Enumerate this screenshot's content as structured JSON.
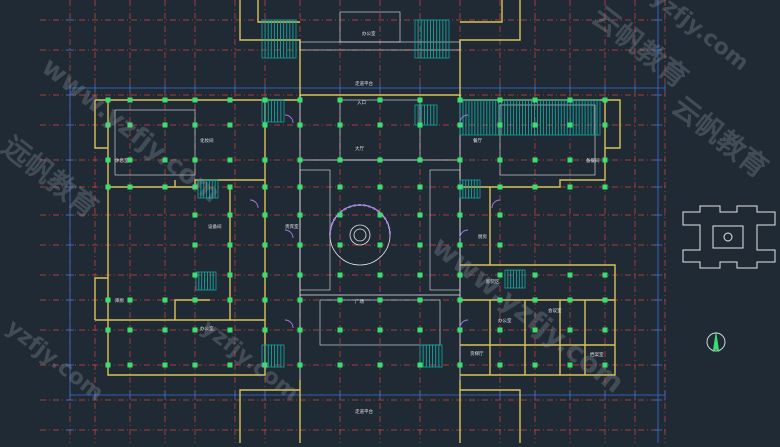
{
  "colors": {
    "background": "#1f2a35",
    "grid_red": "#d2473a",
    "wall_yellow": "#d8c25a",
    "column_green": "#39e070",
    "stair_teal": "#13a6a0",
    "dimension_blue": "#3f6fd6",
    "door_purple": "#a77be6",
    "white_line": "#e6e6e6",
    "label_white": "#e0e0e0"
  },
  "watermarks": [
    "www.yzfjy.com",
    "远帆教育",
    "yzfjy.com",
    "云帆教育"
  ],
  "room_labels": {
    "top_corridor": "走道平台",
    "top_entrance": "入口",
    "top_right_room": "办公室",
    "left_upper_room": "化妆间",
    "left_upper_small": "休息室",
    "left_mid_room": "设备间",
    "left_mid_room2": "贵宾室",
    "left_lower_room": "办公室",
    "left_lower_small": "库房",
    "center_hall": "大厅",
    "center_lower": "广场",
    "right_upper_room": "餐厅",
    "right_upper_small": "备餐间",
    "right_mid_room": "厨房",
    "right_lower_1": "办公室",
    "right_lower_2": "会议室",
    "right_lower_3": "档案室",
    "bottom_entrance": "走道平台",
    "right_small_a": "卸货区",
    "right_small_b": "货梯厅"
  },
  "icons": {
    "north_arrow": "north-arrow-icon",
    "key_plan": "key-plan-thumbnail"
  }
}
